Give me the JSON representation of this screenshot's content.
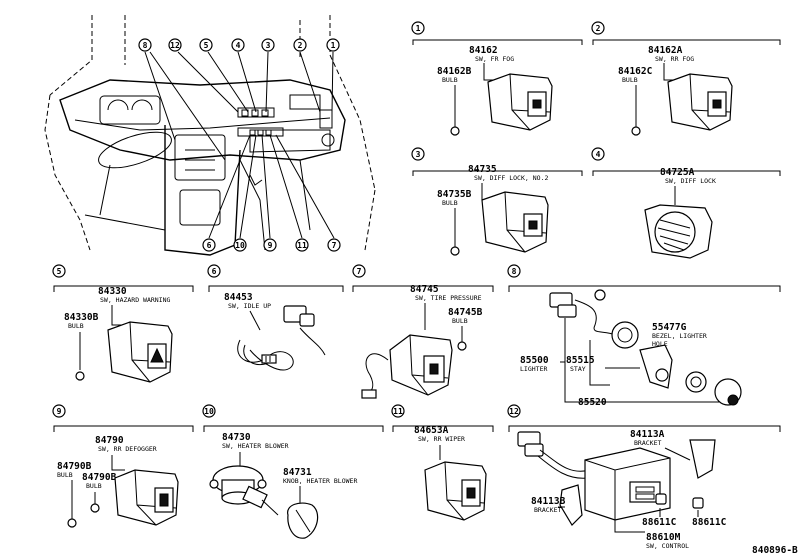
{
  "diagram_ref": "840896-B",
  "main_callouts": [
    "8",
    "12",
    "5",
    "4",
    "3",
    "2",
    "1",
    "6",
    "10",
    "9",
    "11",
    "7"
  ],
  "sections": [
    {
      "id": "1",
      "parts": [
        {
          "pn": "84162",
          "desc": "SW, FR FOG"
        },
        {
          "pn": "84162B",
          "desc": "BULB"
        }
      ]
    },
    {
      "id": "2",
      "parts": [
        {
          "pn": "84162A",
          "desc": "SW, RR FOG"
        },
        {
          "pn": "84162C",
          "desc": "BULB"
        }
      ]
    },
    {
      "id": "3",
      "parts": [
        {
          "pn": "84735",
          "desc": "SW, DIFF LOCK, NO.2"
        },
        {
          "pn": "84735B",
          "desc": "BULB"
        }
      ]
    },
    {
      "id": "4",
      "parts": [
        {
          "pn": "84725A",
          "desc": "SW, DIFF LOCK"
        }
      ]
    },
    {
      "id": "5",
      "parts": [
        {
          "pn": "84330",
          "desc": "SW, HAZARD WARNING"
        },
        {
          "pn": "84330B",
          "desc": "BULB"
        }
      ]
    },
    {
      "id": "6",
      "parts": [
        {
          "pn": "84453",
          "desc": "SW, IDLE UP"
        }
      ]
    },
    {
      "id": "7",
      "parts": [
        {
          "pn": "84745",
          "desc": "SW, TIRE PRESSURE"
        },
        {
          "pn": "84745B",
          "desc": "BULB"
        }
      ]
    },
    {
      "id": "8",
      "parts": [
        {
          "pn": "55477G",
          "desc": "BEZEL, LIGHTER"
        },
        {
          "pn": "",
          "desc": "HOLE"
        },
        {
          "pn": "85500",
          "desc": "LIGHTER"
        },
        {
          "pn": "85515",
          "desc": "STAY"
        },
        {
          "pn": "85520",
          "desc": ""
        }
      ]
    },
    {
      "id": "9",
      "parts": [
        {
          "pn": "84790",
          "desc": "SW, RR DEFOGGER"
        },
        {
          "pn": "84790B",
          "desc": "BULB"
        },
        {
          "pn": "84790B",
          "desc": "BULB"
        }
      ]
    },
    {
      "id": "10",
      "parts": [
        {
          "pn": "84730",
          "desc": "SW, HEATER BLOWER"
        },
        {
          "pn": "84731",
          "desc": "KNOB, HEATER BLOWER"
        }
      ]
    },
    {
      "id": "11",
      "parts": [
        {
          "pn": "84653A",
          "desc": "SW, RR WIPER"
        }
      ]
    },
    {
      "id": "12",
      "parts": [
        {
          "pn": "84113A",
          "desc": "BRACKET"
        },
        {
          "pn": "84113B",
          "desc": "BRACKET"
        },
        {
          "pn": "88611C",
          "desc": ""
        },
        {
          "pn": "88611C",
          "desc": ""
        },
        {
          "pn": "88610M",
          "desc": "SW, CONTROL"
        }
      ]
    }
  ]
}
